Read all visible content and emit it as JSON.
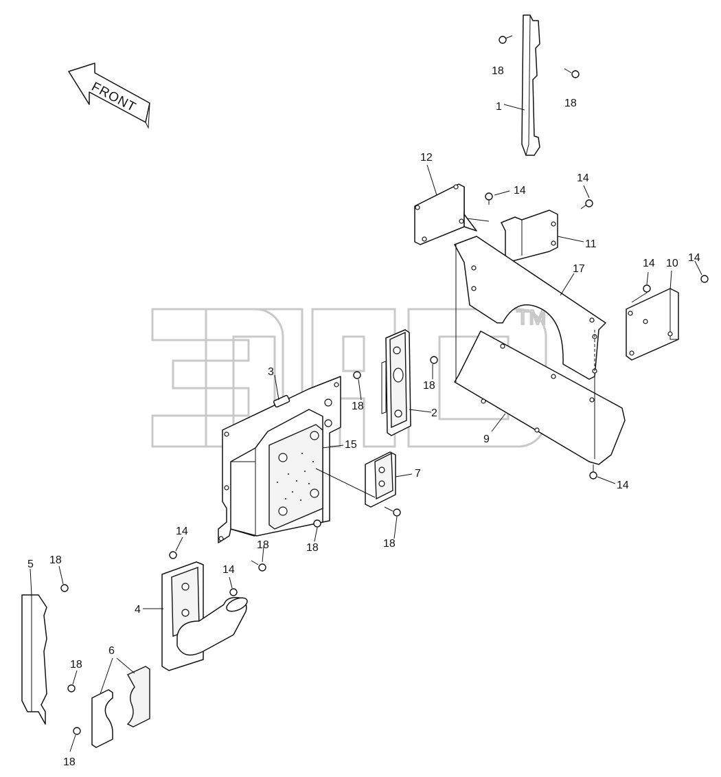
{
  "front_arrow": {
    "text": "FRONT"
  },
  "watermark": {
    "tm": "TM"
  },
  "callouts": {
    "c1": "1",
    "c2": "2",
    "c3": "3",
    "c4": "4",
    "c5": "5",
    "c6": "6",
    "c7": "7",
    "c9": "9",
    "c10": "10",
    "c11": "11",
    "c12": "12",
    "c15": "15",
    "c17": "17",
    "c18a": "18",
    "c18b": "18",
    "c18c": "18",
    "c18d": "18",
    "c18e": "18",
    "c18f": "18",
    "c18g": "18",
    "c18h": "18",
    "c18i": "18",
    "c18j": "18",
    "c14a": "14",
    "c14b": "14",
    "c14c": "14",
    "c14d": "14",
    "c14e": "14",
    "c14f": "14",
    "c14g": "14"
  }
}
